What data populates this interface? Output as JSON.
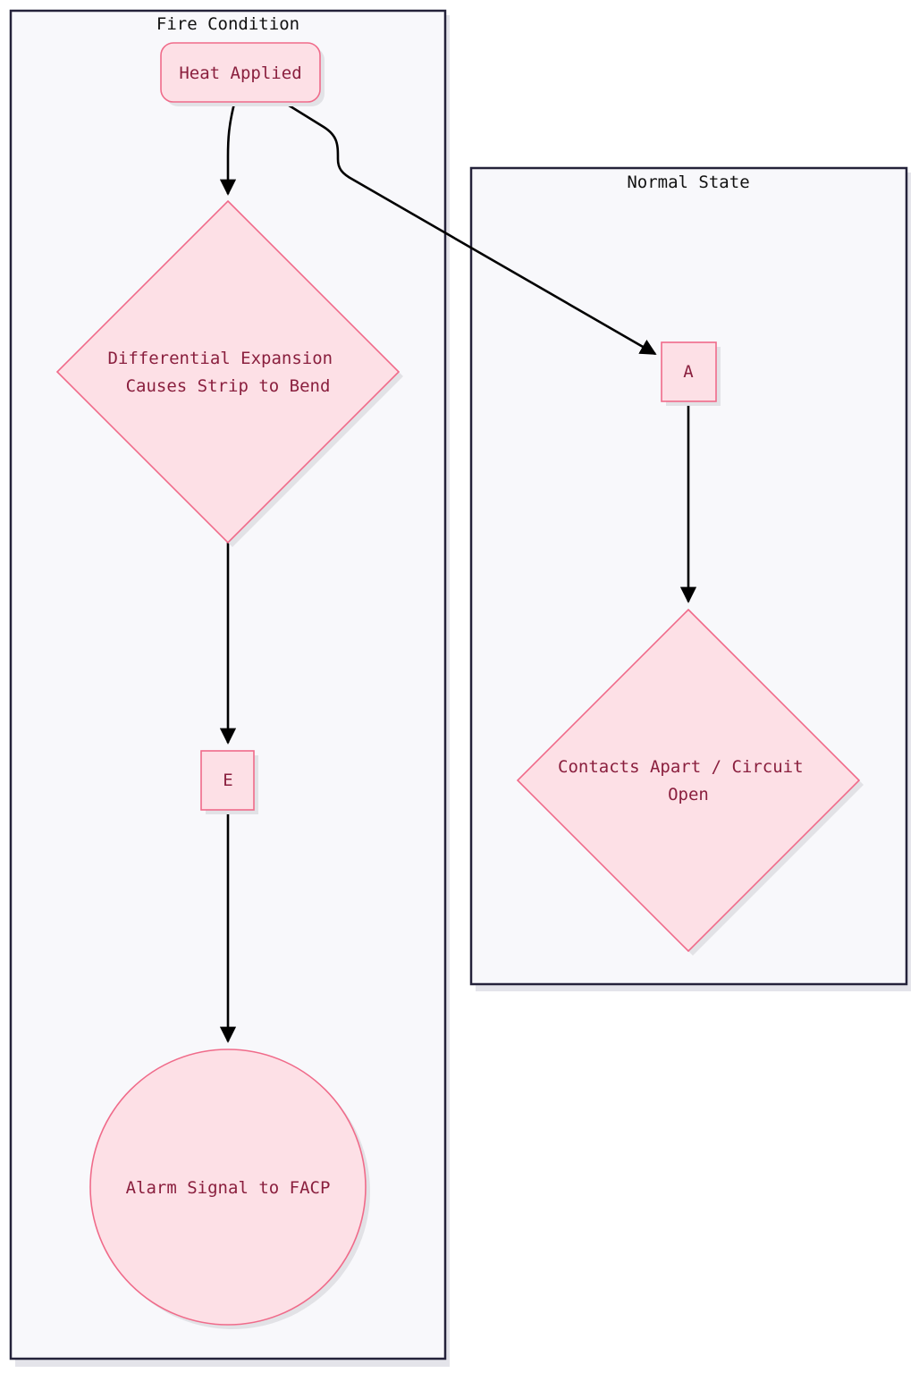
{
  "clusters": {
    "fire": {
      "title": "Fire Condition"
    },
    "normal": {
      "title": "Normal State"
    }
  },
  "nodes": {
    "heat": {
      "label": "Heat Applied"
    },
    "diff": {
      "line1": "Differential Expansion",
      "line2": "Causes Strip to Bend"
    },
    "e": {
      "label": "E"
    },
    "alarm": {
      "label": "Alarm Signal to FACP"
    },
    "a": {
      "label": "A"
    },
    "contacts": {
      "line1": "Contacts Apart / Circuit",
      "line2": "Open"
    }
  },
  "edges": [
    {
      "from": "Heat Applied",
      "to": "Differential Expansion Causes Strip to Bend"
    },
    {
      "from": "Differential Expansion Causes Strip to Bend",
      "to": "E"
    },
    {
      "from": "E",
      "to": "Alarm Signal to FACP"
    },
    {
      "from": "Heat Applied",
      "to": "A"
    },
    {
      "from": "A",
      "to": "Contacts Apart / Circuit Open"
    }
  ],
  "colors": {
    "node_fill": "#fde0e6",
    "node_stroke": "#f06b8a",
    "node_text": "#8a1f3e",
    "cluster_fill": "#f8f8fb",
    "cluster_stroke": "#24223a",
    "edge": "#000000"
  }
}
